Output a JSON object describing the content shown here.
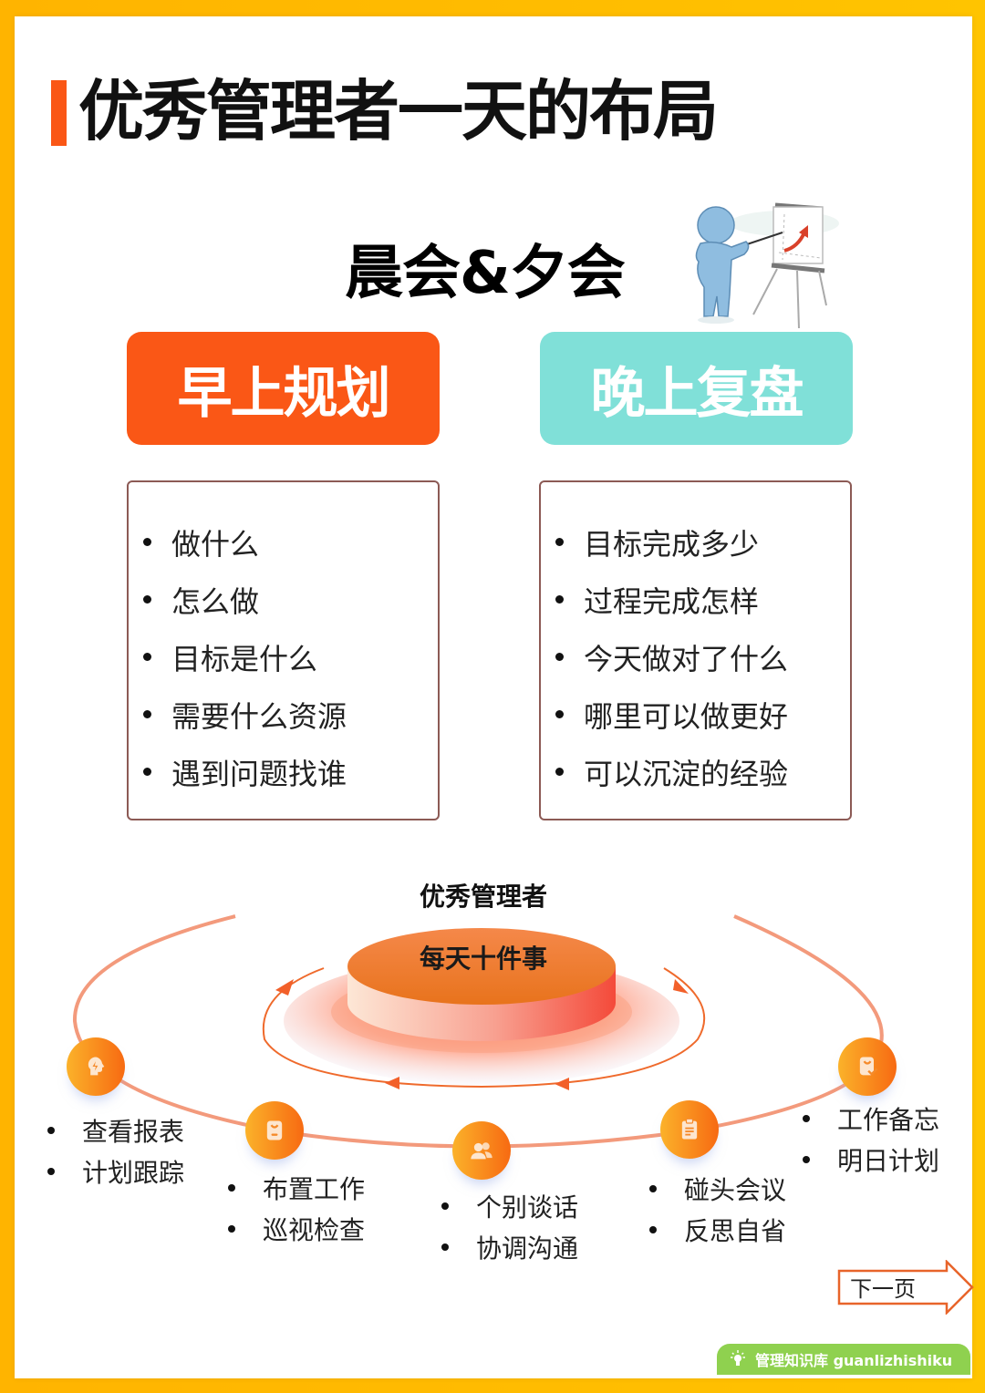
{
  "header": {
    "title": "优秀管理者一天的布局",
    "subtitle": "晨会&夕会"
  },
  "colors": {
    "accent_orange": "#fa5716",
    "accent_teal": "#80e0d8",
    "frame_yellow": "#ffbc00",
    "brand_green": "#8fd14f"
  },
  "morning": {
    "label": "早上规划",
    "items": [
      "做什么",
      "怎么做",
      "目标是什么",
      "需要什么资源",
      "遇到问题找谁"
    ]
  },
  "evening": {
    "label": "晚上复盘",
    "items": [
      "目标完成多少",
      "过程完成怎样",
      "今天做对了什么",
      "哪里可以做更好",
      "可以沉淀的经验"
    ]
  },
  "diagram": {
    "title": "优秀管理者",
    "center": "每天十件事",
    "nodes": [
      {
        "icon": "brain-bolt-icon",
        "items": [
          "查看报表",
          "计划跟踪"
        ]
      },
      {
        "icon": "task-card-icon",
        "items": [
          "布置工作",
          "巡视检查"
        ]
      },
      {
        "icon": "people-icon",
        "items": [
          "个别谈话",
          "协调沟通"
        ]
      },
      {
        "icon": "clipboard-icon",
        "items": [
          "碰头会议",
          "反思自省"
        ]
      },
      {
        "icon": "task-check-icon",
        "items": [
          "工作备忘",
          "明日计划"
        ]
      }
    ]
  },
  "footer": {
    "next_label": "下一页",
    "brand": "管理知识库 guanlizhishiku"
  }
}
